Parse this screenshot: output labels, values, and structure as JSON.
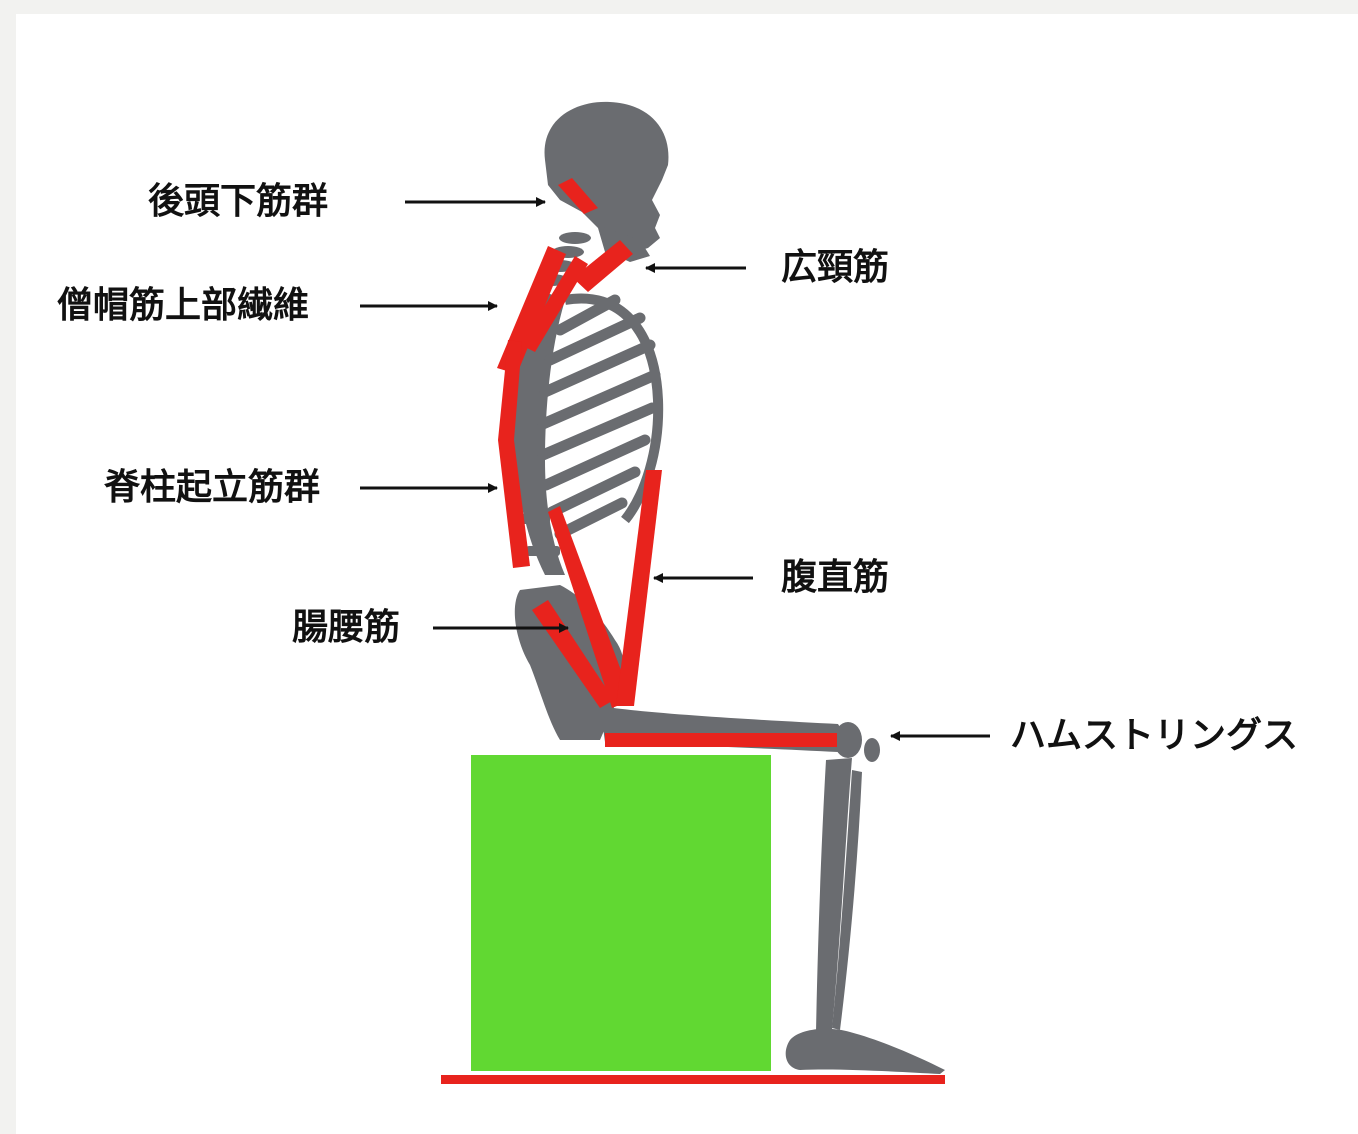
{
  "labels": {
    "suboccipital": "後頭下筋群",
    "upper_trapezius": "僧帽筋上部繊維",
    "erector_spinae": "脊柱起立筋群",
    "iliopsoas": "腸腰筋",
    "platysma": "広頸筋",
    "rectus_abdominis": "腹直筋",
    "hamstrings": "ハムストリングス"
  },
  "colors": {
    "bone": "#6a6c70",
    "muscle": "#e8231d",
    "box": "#61d832",
    "arrow": "#111111",
    "background": "#ffffff",
    "frame": "#f2f2f0"
  }
}
